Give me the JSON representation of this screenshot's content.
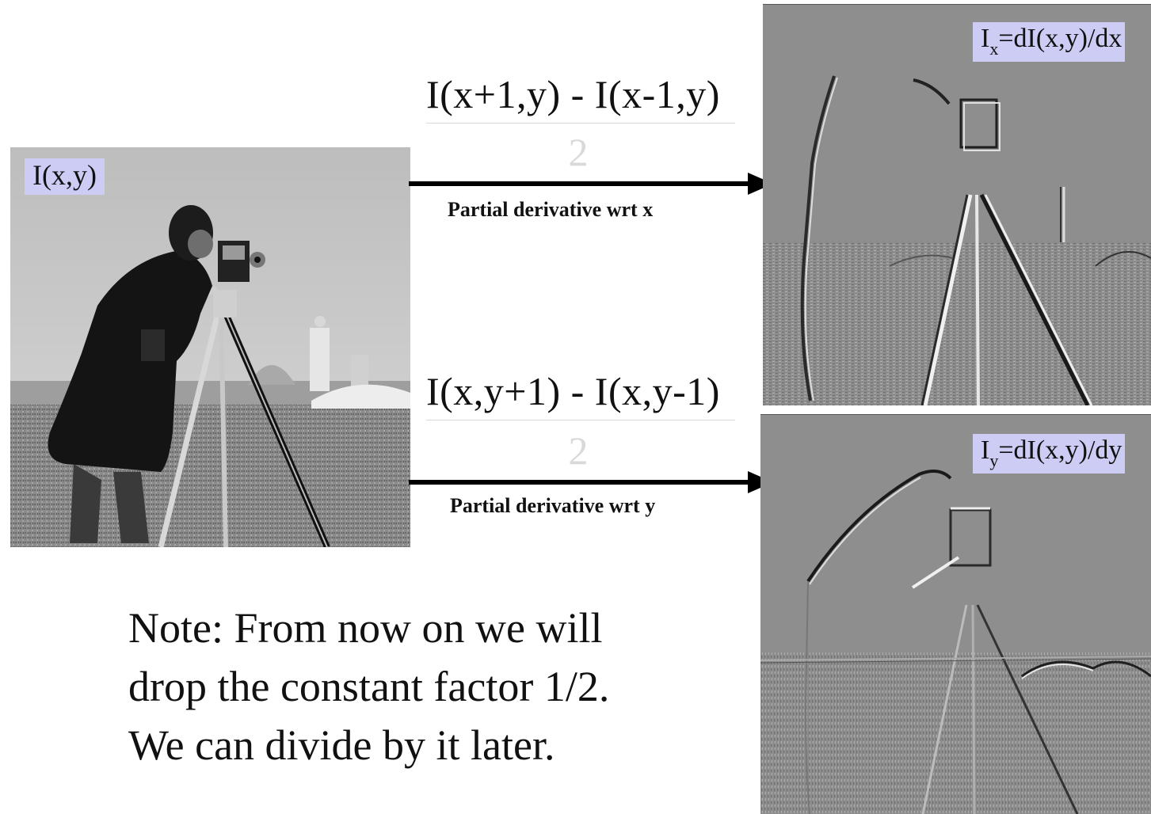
{
  "original_label": "I(x,y)",
  "x_derivative": {
    "numerator": "I(x+1,y) - I(x-1,y)",
    "denominator": "2",
    "caption": "Partial derivative  wrt x",
    "result_label_main": "I",
    "result_label_sub": "x",
    "result_label_rest": "=dI(x,y)/dx"
  },
  "y_derivative": {
    "numerator": "I(x,y+1) - I(x,y-1)",
    "denominator": "2",
    "caption": "Partial derivative  wrt y",
    "result_label_main": "I",
    "result_label_sub": "y",
    "result_label_rest": "=dI(x,y)/dy"
  },
  "note_lines": [
    "Note: From now on we will",
    "drop the constant factor 1/2.",
    "We can divide by it later."
  ]
}
